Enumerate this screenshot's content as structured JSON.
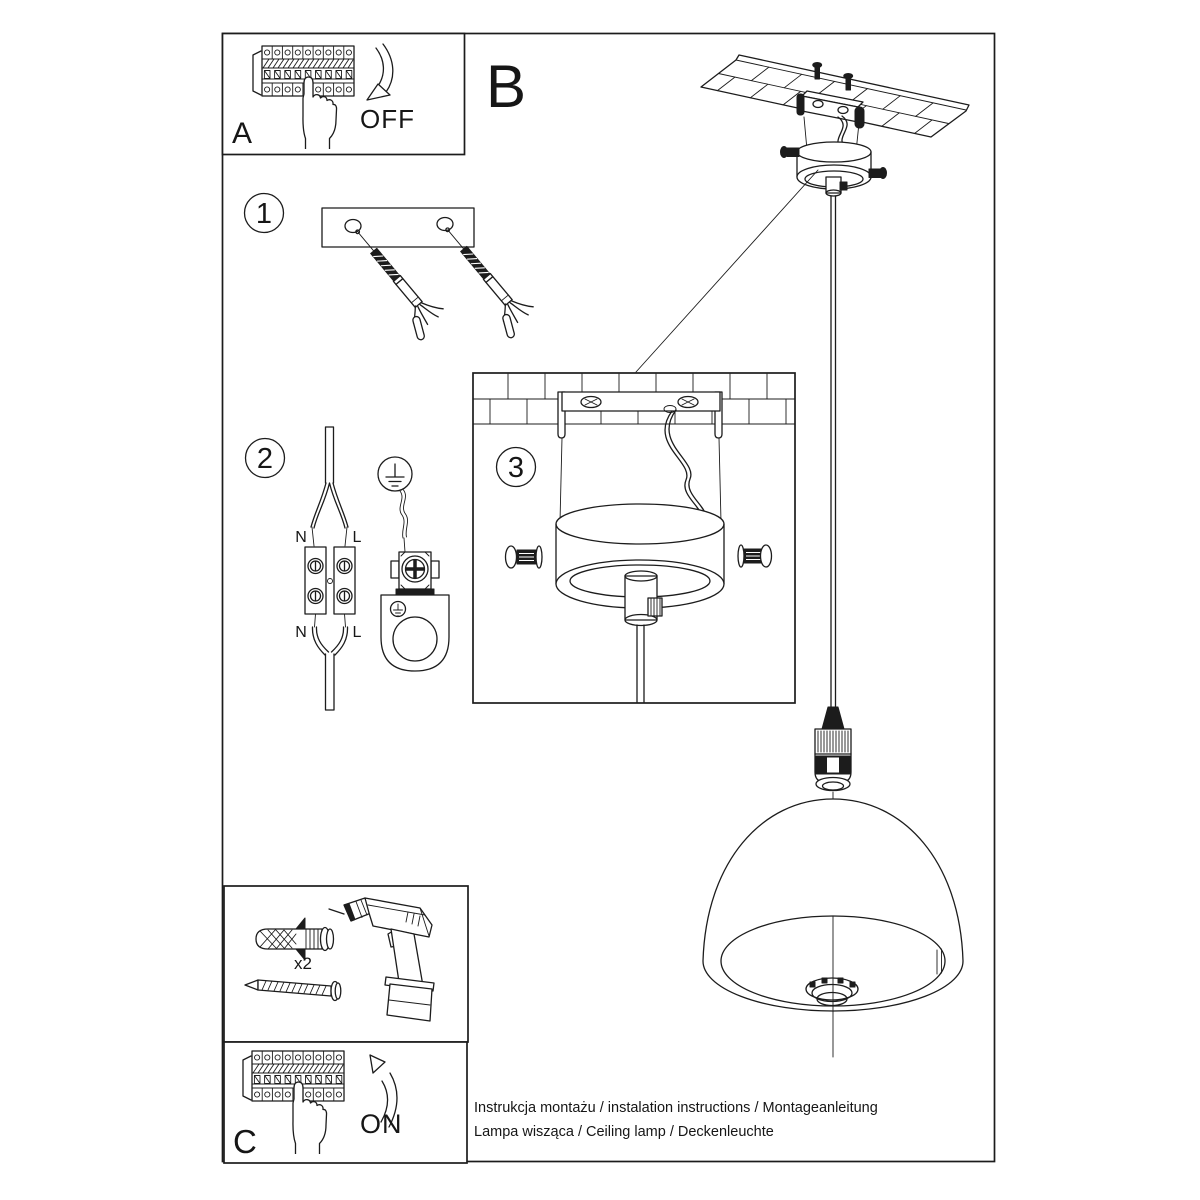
{
  "panels": {
    "a": {
      "label": "A",
      "action": "OFF"
    },
    "b": {
      "label": "B"
    },
    "c": {
      "label": "C",
      "action": "ON"
    }
  },
  "steps": {
    "s1": "1",
    "s2": "2",
    "s3": "3"
  },
  "wiring_labels": {
    "n_top": "N",
    "l_top": "L",
    "n_bottom": "N",
    "l_bottom": "L"
  },
  "hardware": {
    "anchor_quantity": "x2"
  },
  "footer": {
    "line1": "Instrukcja montażu / instalation instructions / Montageanleitung",
    "line2": "Lampa wisząca / Ceiling lamp / Deckenleuchte"
  },
  "colors": {
    "line": "#1c1c1c",
    "background": "#ffffff"
  }
}
